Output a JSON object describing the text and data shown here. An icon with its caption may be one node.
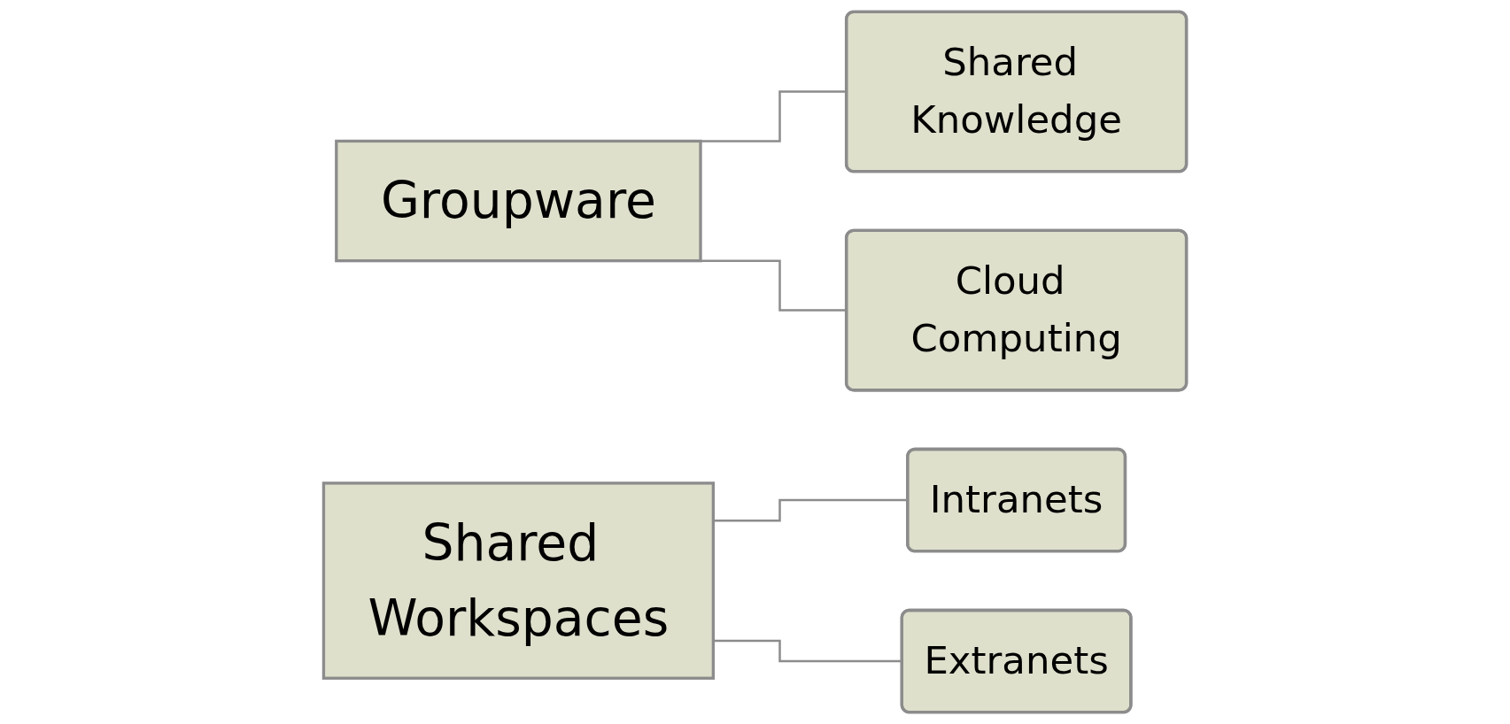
{
  "diagram": {
    "nodes": [
      {
        "text": [
          "Groupware"
        ]
      },
      {
        "text": [
          "Shared Knowledge"
        ]
      },
      {
        "text": [
          "Cloud Computing"
        ]
      },
      {
        "text": [
          "Shared Workspaces"
        ]
      },
      {
        "text": [
          "Intranets"
        ]
      },
      {
        "text": [
          "Extranets"
        ]
      }
    ],
    "edges": [
      {
        "from": 0,
        "to": 1,
        "arrow": "none"
      },
      {
        "from": 0,
        "to": 2,
        "arrow": "none"
      },
      {
        "from": 3,
        "to": 4,
        "arrow": "none"
      },
      {
        "from": 3,
        "to": 5,
        "arrow": "none"
      }
    ]
  }
}
